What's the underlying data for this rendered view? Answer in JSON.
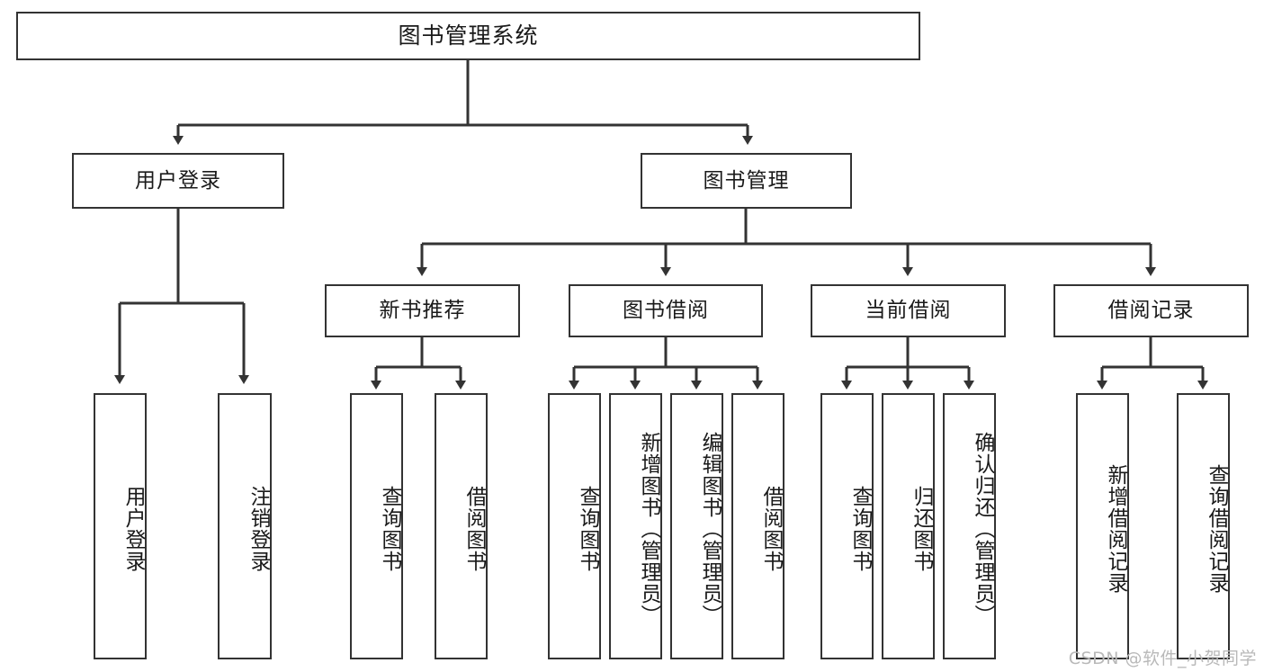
{
  "diagram": {
    "title_node": {
      "label": "图书管理系统"
    },
    "level2": [
      {
        "id": "user-login",
        "label": "用户登录"
      },
      {
        "id": "book-manage",
        "label": "图书管理"
      }
    ],
    "level3": [
      {
        "id": "new-book-recommend",
        "label": "新书推荐"
      },
      {
        "id": "book-borrow",
        "label": "图书借阅"
      },
      {
        "id": "current-borrow",
        "label": "当前借阅"
      },
      {
        "id": "borrow-record",
        "label": "借阅记录"
      }
    ],
    "leaves": [
      {
        "id": "leaf-user-login",
        "label": "用户登录"
      },
      {
        "id": "leaf-logout-login",
        "label": "注销登录"
      },
      {
        "id": "leaf-query-book-1",
        "label": "查询图书"
      },
      {
        "id": "leaf-borrow-book-1",
        "label": "借阅图书"
      },
      {
        "id": "leaf-query-book-2",
        "label": "查询图书"
      },
      {
        "id": "leaf-add-book-admin",
        "label": "新增图书（管理员）"
      },
      {
        "id": "leaf-edit-book-admin",
        "label": "编辑图书（管理员）"
      },
      {
        "id": "leaf-borrow-book-2",
        "label": "借阅图书"
      },
      {
        "id": "leaf-query-book-3",
        "label": "查询图书"
      },
      {
        "id": "leaf-return-book",
        "label": "归还图书"
      },
      {
        "id": "leaf-confirm-return-admin",
        "label": "确认归还（管理员）"
      },
      {
        "id": "leaf-add-borrow-record",
        "label": "新增借阅记录"
      },
      {
        "id": "leaf-query-borrow-record",
        "label": "查询借阅记录"
      }
    ],
    "watermark": "CSDN @软件_小贺同学",
    "colors": {
      "stroke": "#333333",
      "fill": "#ffffff",
      "text": "#1a1a1a",
      "watermark": "#b9b9b9"
    }
  }
}
